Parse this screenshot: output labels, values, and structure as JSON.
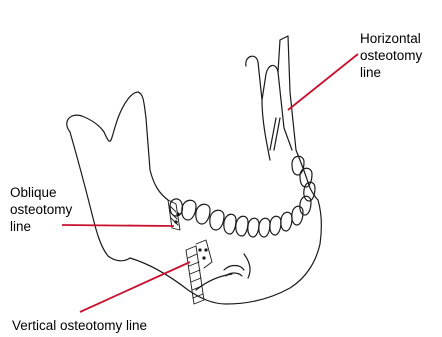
{
  "labels": {
    "horizontal": "Horizontal\nosteotomy\nline",
    "oblique": "Oblique\nosteotomy\nline",
    "vertical": "Vertical osteotomy line"
  },
  "colors": {
    "pointer": "#c8102e",
    "ink": "#1a1a1a",
    "background": "#ffffff"
  },
  "icons": [
    "mandible-drawing"
  ]
}
